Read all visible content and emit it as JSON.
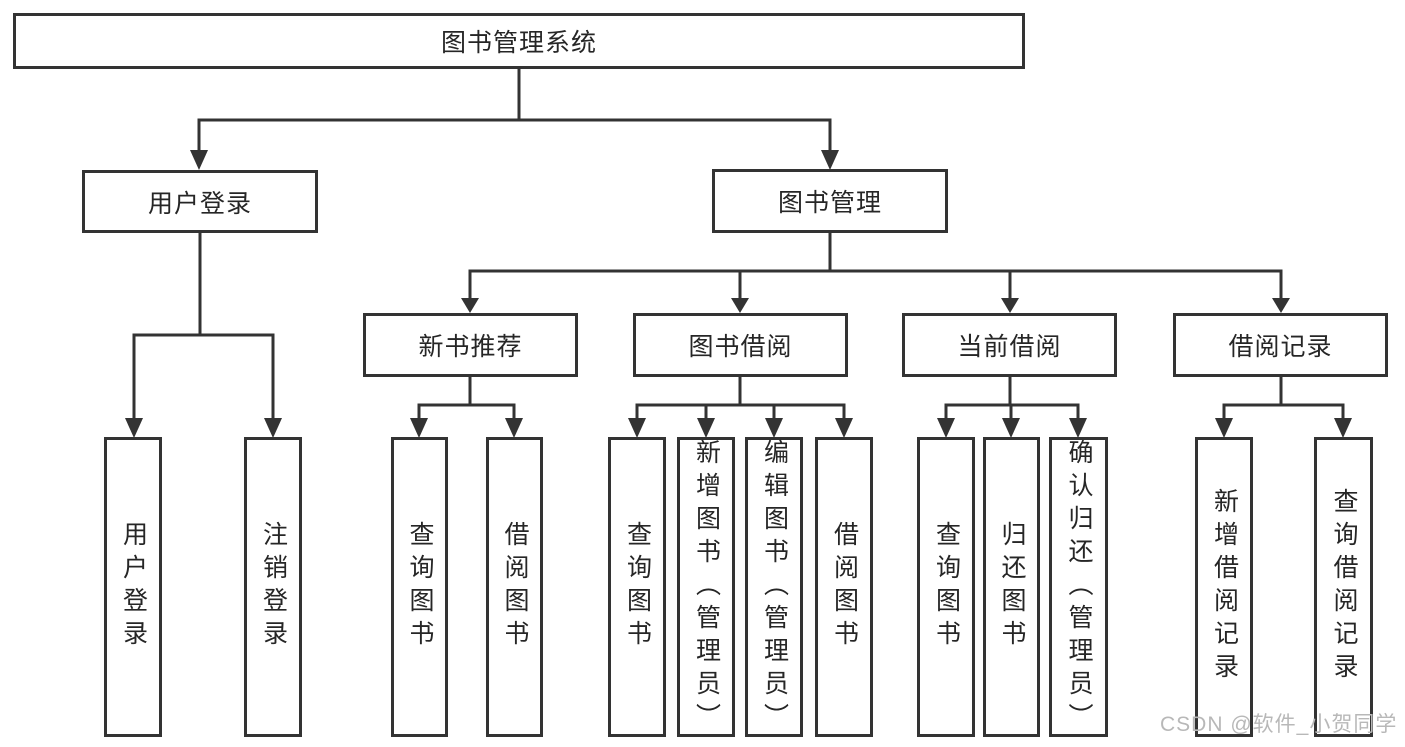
{
  "nodes": {
    "root": "图书管理系统",
    "user_login": "用户登录",
    "book_mgmt": "图书管理",
    "new_book_rec": "新书推荐",
    "book_borrow": "图书借阅",
    "current_borrow": "当前借阅",
    "borrow_records": "借阅记录"
  },
  "leaves": {
    "user_login": "用户登录",
    "logout": "注销登录",
    "nb_query_books": "查询图书",
    "nb_borrow_books": "借阅图书",
    "bb_query_books": "查询图书",
    "bb_add_books": "新增图书（管理员）",
    "bb_edit_books": "编辑图书（管理员）",
    "bb_borrow_books": "借阅图书",
    "cb_query_books": "查询图书",
    "cb_return_books": "归还图书",
    "cb_confirm_return": "确认归还（管理员）",
    "br_add_record": "新增借阅记录",
    "br_query_record": "查询借阅记录"
  },
  "watermark": "CSDN @软件_小贺同学",
  "colors": {
    "line": "#333333",
    "text": "#262626",
    "watermark": "#b8b8b8",
    "background": "#ffffff"
  }
}
